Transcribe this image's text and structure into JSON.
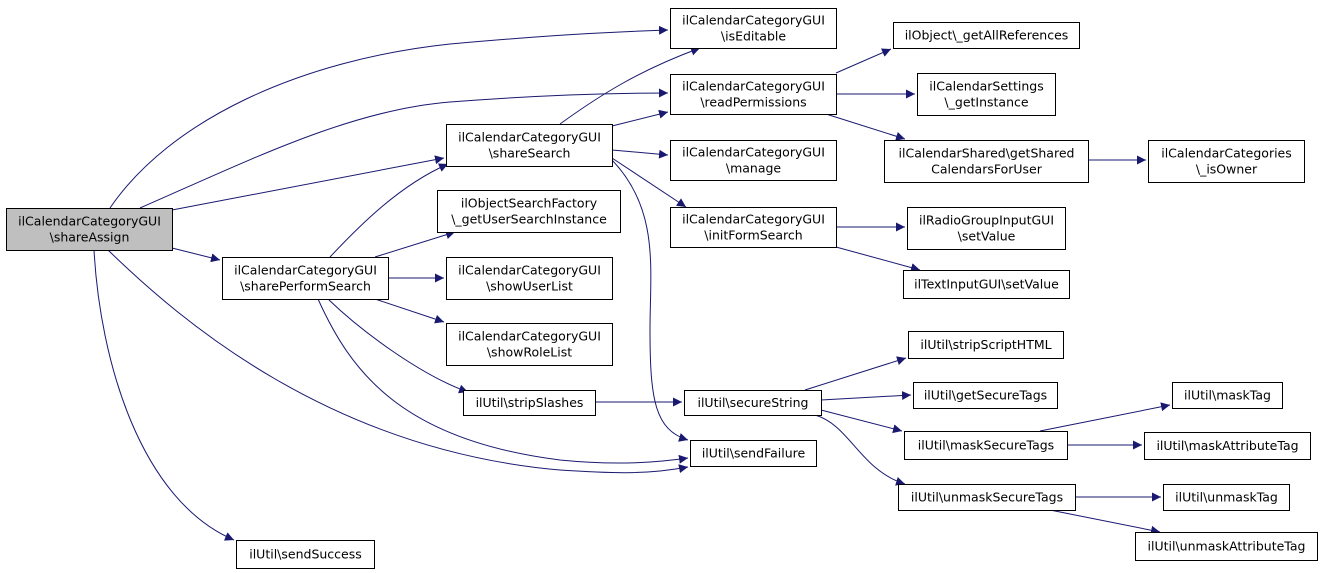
{
  "colors": {
    "edge": "#191970",
    "focus_fill": "#bfbfbf",
    "node_fill": "#ffffff",
    "border": "#000000"
  },
  "nodes": [
    {
      "id": "shareAssign",
      "lines": [
        "ilCalendarCategoryGUI",
        "\\shareAssign"
      ],
      "focus": true
    },
    {
      "id": "isEditable",
      "lines": [
        "ilCalendarCategoryGUI",
        "\\isEditable"
      ]
    },
    {
      "id": "readPermissions",
      "lines": [
        "ilCalendarCategoryGUI",
        "\\readPermissions"
      ]
    },
    {
      "id": "shareSearch",
      "lines": [
        "ilCalendarCategoryGUI",
        "\\shareSearch"
      ]
    },
    {
      "id": "manage",
      "lines": [
        "ilCalendarCategoryGUI",
        "\\manage"
      ]
    },
    {
      "id": "initFormSearch",
      "lines": [
        "ilCalendarCategoryGUI",
        "\\initFormSearch"
      ]
    },
    {
      "id": "sharePerformSearch",
      "lines": [
        "ilCalendarCategoryGUI",
        "\\sharePerformSearch"
      ]
    },
    {
      "id": "getUserSearchInstance",
      "lines": [
        "ilObjectSearchFactory",
        "\\_getUserSearchInstance"
      ]
    },
    {
      "id": "showUserList",
      "lines": [
        "ilCalendarCategoryGUI",
        "\\showUserList"
      ]
    },
    {
      "id": "showRoleList",
      "lines": [
        "ilCalendarCategoryGUI",
        "\\showRoleList"
      ]
    },
    {
      "id": "stripSlashes",
      "lines": [
        "ilUtil\\stripSlashes"
      ]
    },
    {
      "id": "sendFailure",
      "lines": [
        "ilUtil\\sendFailure"
      ]
    },
    {
      "id": "sendSuccess",
      "lines": [
        "ilUtil\\sendSuccess"
      ]
    },
    {
      "id": "getAllReferences",
      "lines": [
        "ilObject\\_getAllReferences"
      ]
    },
    {
      "id": "getInstance",
      "lines": [
        "ilCalendarSettings",
        "\\_getInstance"
      ]
    },
    {
      "id": "getSharedCalendarsForUser",
      "lines": [
        "ilCalendarShared\\getShared",
        "CalendarsForUser"
      ]
    },
    {
      "id": "isOwner",
      "lines": [
        "ilCalendarCategories",
        "\\_isOwner"
      ]
    },
    {
      "id": "radioSetValue",
      "lines": [
        "ilRadioGroupInputGUI",
        "\\setValue"
      ]
    },
    {
      "id": "textSetValue",
      "lines": [
        "ilTextInputGUI\\setValue"
      ]
    },
    {
      "id": "secureString",
      "lines": [
        "ilUtil\\secureString"
      ]
    },
    {
      "id": "stripScriptHTML",
      "lines": [
        "ilUtil\\stripScriptHTML"
      ]
    },
    {
      "id": "getSecureTags",
      "lines": [
        "ilUtil\\getSecureTags"
      ]
    },
    {
      "id": "maskSecureTags",
      "lines": [
        "ilUtil\\maskSecureTags"
      ]
    },
    {
      "id": "unmaskSecureTags",
      "lines": [
        "ilUtil\\unmaskSecureTags"
      ]
    },
    {
      "id": "maskTag",
      "lines": [
        "ilUtil\\maskTag"
      ]
    },
    {
      "id": "maskAttributeTag",
      "lines": [
        "ilUtil\\maskAttributeTag"
      ]
    },
    {
      "id": "unmaskTag",
      "lines": [
        "ilUtil\\unmaskTag"
      ]
    },
    {
      "id": "unmaskAttributeTag",
      "lines": [
        "ilUtil\\unmaskAttributeTag"
      ]
    }
  ],
  "edges": [
    [
      "shareAssign",
      "isEditable"
    ],
    [
      "shareAssign",
      "readPermissions"
    ],
    [
      "shareAssign",
      "shareSearch"
    ],
    [
      "shareAssign",
      "sharePerformSearch"
    ],
    [
      "shareAssign",
      "sendFailure"
    ],
    [
      "shareAssign",
      "sendSuccess"
    ],
    [
      "shareSearch",
      "isEditable"
    ],
    [
      "shareSearch",
      "readPermissions"
    ],
    [
      "shareSearch",
      "manage"
    ],
    [
      "shareSearch",
      "initFormSearch"
    ],
    [
      "shareSearch",
      "sendFailure"
    ],
    [
      "readPermissions",
      "getAllReferences"
    ],
    [
      "readPermissions",
      "getInstance"
    ],
    [
      "readPermissions",
      "getSharedCalendarsForUser"
    ],
    [
      "getSharedCalendarsForUser",
      "isOwner"
    ],
    [
      "initFormSearch",
      "radioSetValue"
    ],
    [
      "initFormSearch",
      "textSetValue"
    ],
    [
      "sharePerformSearch",
      "shareSearch"
    ],
    [
      "sharePerformSearch",
      "getUserSearchInstance"
    ],
    [
      "sharePerformSearch",
      "showUserList"
    ],
    [
      "sharePerformSearch",
      "showRoleList"
    ],
    [
      "sharePerformSearch",
      "stripSlashes"
    ],
    [
      "sharePerformSearch",
      "sendFailure"
    ],
    [
      "stripSlashes",
      "secureString"
    ],
    [
      "secureString",
      "stripScriptHTML"
    ],
    [
      "secureString",
      "getSecureTags"
    ],
    [
      "secureString",
      "maskSecureTags"
    ],
    [
      "secureString",
      "unmaskSecureTags"
    ],
    [
      "maskSecureTags",
      "maskTag"
    ],
    [
      "maskSecureTags",
      "maskAttributeTag"
    ],
    [
      "unmaskSecureTags",
      "unmaskTag"
    ],
    [
      "unmaskSecureTags",
      "unmaskAttributeTag"
    ]
  ]
}
